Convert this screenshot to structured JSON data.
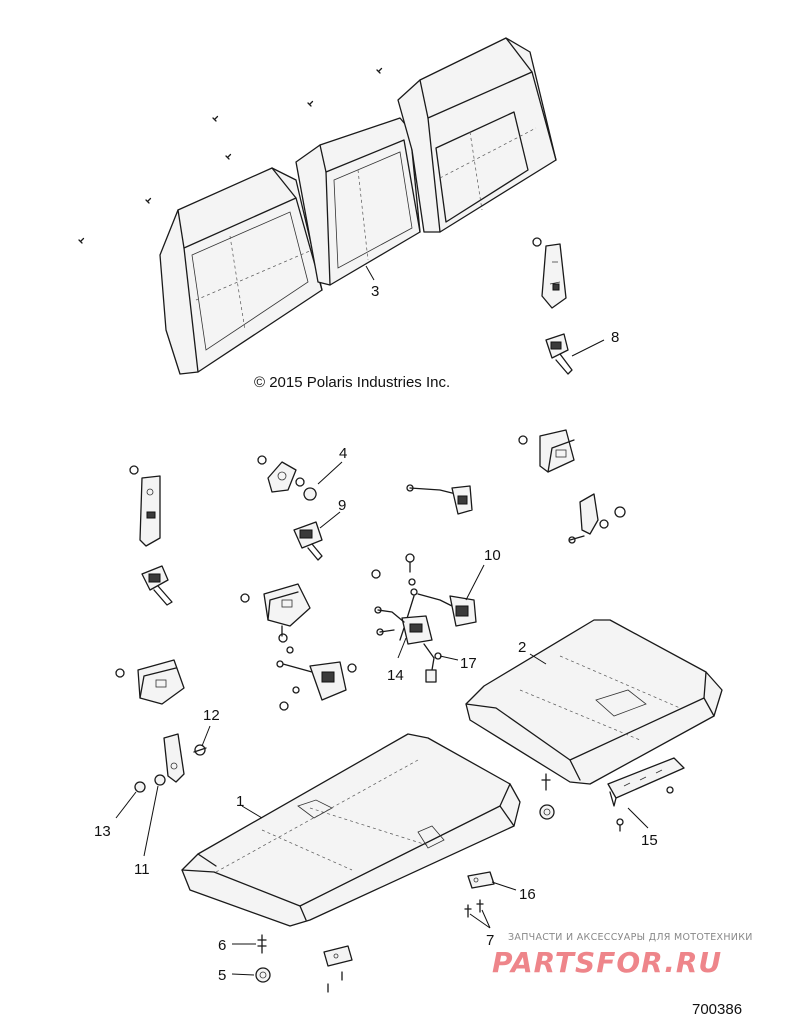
{
  "copyright": "© 2015 Polaris Industries Inc.",
  "doc_number": "700386",
  "watermark": {
    "tagline": "ЗАПЧАСТИ И АКСЕССУАРЫ ДЛЯ МОТОТЕХНИКИ",
    "brand": "PARTSFOR.RU",
    "brand_color": "#e0202a"
  },
  "callouts": [
    "1",
    "2",
    "3",
    "4",
    "5",
    "6",
    "7",
    "8",
    "9",
    "10",
    "11",
    "12",
    "13",
    "14",
    "15",
    "16",
    "17"
  ]
}
